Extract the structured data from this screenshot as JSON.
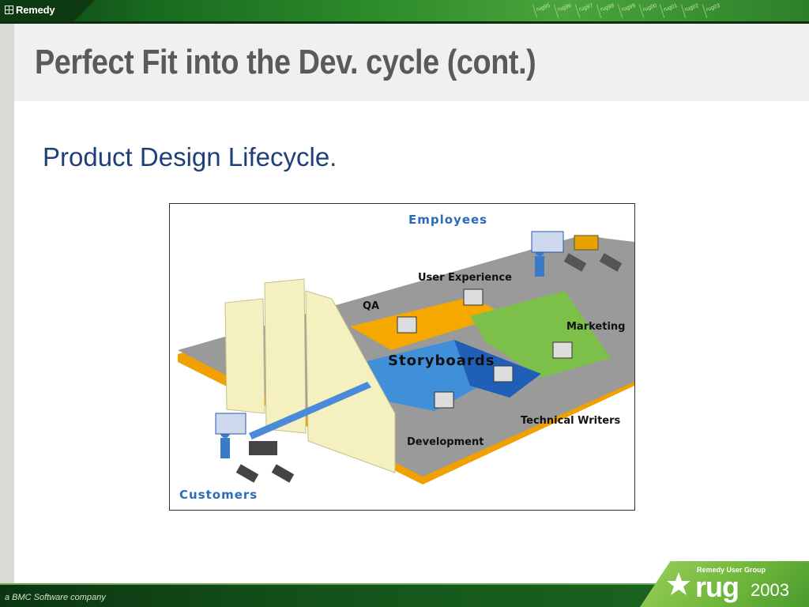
{
  "header": {
    "logo_text": "Remedy",
    "rug_years": [
      "rug95",
      "rug96",
      "rug97",
      "rug98",
      "rug99",
      "rug00",
      "rug01",
      "rug02",
      "rug03"
    ]
  },
  "slide": {
    "title": "Perfect Fit into the Dev. cycle (cont.)",
    "subtitle": "Product Design Lifecycle."
  },
  "diagram": {
    "labels": {
      "employees": "Employees",
      "user_experience": "User Experience",
      "qa": "QA",
      "marketing": "Marketing",
      "storyboards": "Storyboards",
      "technical_writers": "Technical Writers",
      "development": "Development",
      "customers": "Customers"
    },
    "colors": {
      "platform": "#9a9a9a",
      "platform_edge": "#f0a000",
      "qa_piece": "#f5a800",
      "marketing_piece": "#7cc04a",
      "dev_piece": "#3f8fd9",
      "tech_piece": "#1f5fb8",
      "building": "#f5f0c0"
    }
  },
  "footer": {
    "company": "a BMC Software company",
    "badge_group": "Remedy User Group",
    "badge_word": "rug",
    "badge_year": "2003"
  }
}
